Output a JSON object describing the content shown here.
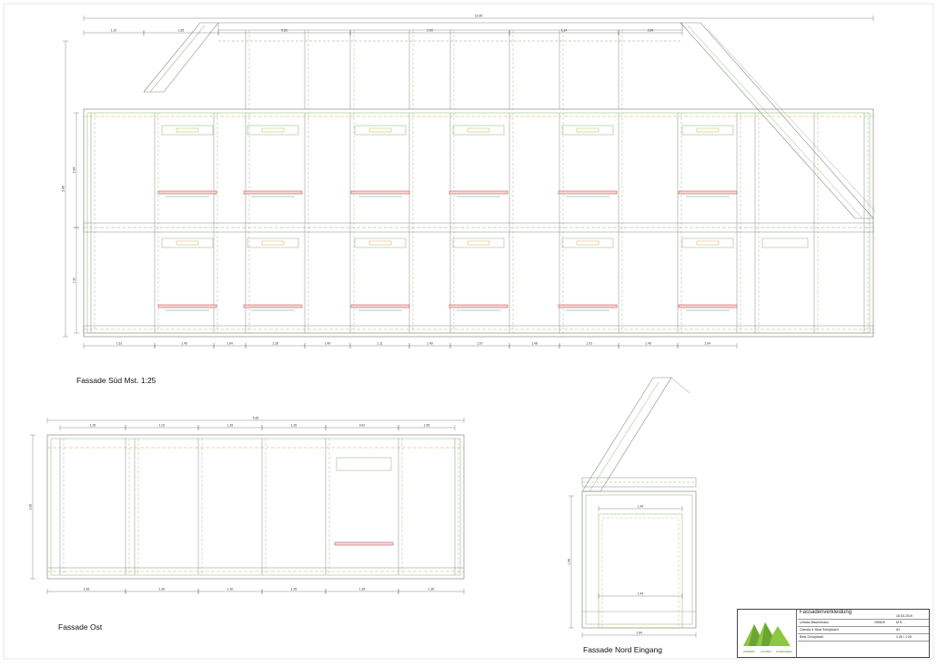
{
  "views": {
    "south": {
      "label": "Fassade Süd Mst. 1:25"
    },
    "east": {
      "label": "Fassade Ost"
    },
    "north": {
      "label": "Fassade Nord Eingang"
    }
  },
  "titleblock": {
    "drawing_title": "Fassadenverkleidung",
    "project": "Umbau Bauernhaus",
    "client": "Claudia & Beat Schüpbach",
    "author": "Beat Schüpbach",
    "date": "18.03.2019",
    "scale": "1:25 / 1:25",
    "sheet": "A1",
    "plan_no": "190810",
    "abbr": "M.S.",
    "logo_texts": [
      "ZIMMEREI",
      "HOLZBAU",
      "SCHREINEREI"
    ]
  },
  "colors": {
    "line": "#8c8c8c",
    "frame_green": "#86b76f",
    "frame_yellow": "#c9b24a",
    "sill_red": "#cc5555",
    "dim": "#555555",
    "logo_green": "#8dc63f"
  },
  "dimensions": {
    "south_total": "16.95",
    "south_top": [
      "1.10",
      "1.65",
      "5.65",
      "2.00",
      "1.14",
      "2.84"
    ],
    "south_bottom": [
      "1.61",
      "1.49",
      "1.64",
      "1.28",
      "1.49",
      "1.11",
      "1.49",
      "1.07",
      "1.48",
      "1.03",
      "1.49",
      "1.04"
    ],
    "south_heights": [
      "3.46",
      "2.84",
      "1.90"
    ],
    "east_total": "5.35",
    "east_top": [
      "1.25",
      "1.02",
      "1.25",
      "1.25",
      "0.61",
      "1.55"
    ],
    "east_bottom": [
      "1.35",
      "1.30",
      "1.30",
      "1.35",
      "1.35",
      "1.35"
    ],
    "east_height": "2.36",
    "north_dims": [
      "1.44",
      "1.44",
      "1.44",
      "1.84"
    ]
  }
}
